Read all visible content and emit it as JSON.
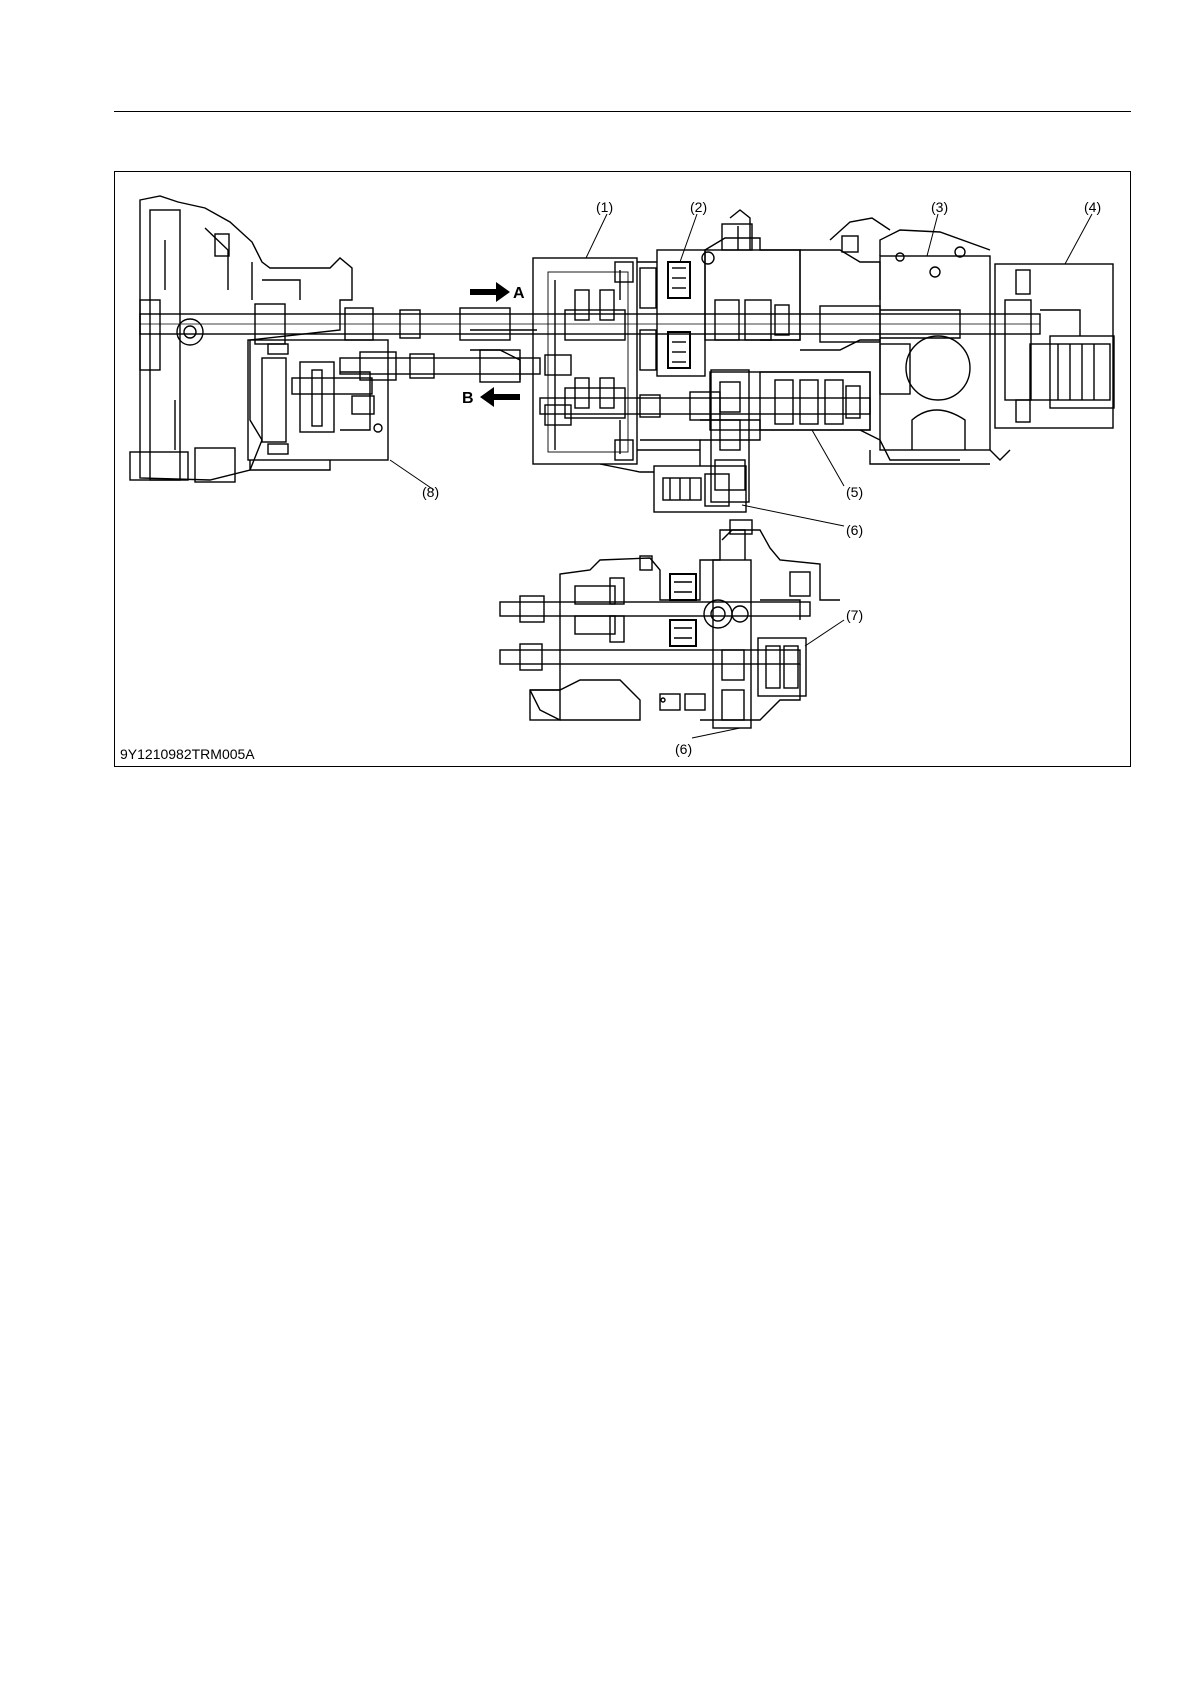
{
  "figure": {
    "id": "9Y1210982TRM005A",
    "callouts": [
      "(1)",
      "(2)",
      "(3)",
      "(4)",
      "(5)",
      "(6)",
      "(6)",
      "(7)",
      "(8)"
    ],
    "arrows": [
      {
        "label": "A",
        "direction": "right"
      },
      {
        "label": "B",
        "direction": "left"
      }
    ]
  }
}
